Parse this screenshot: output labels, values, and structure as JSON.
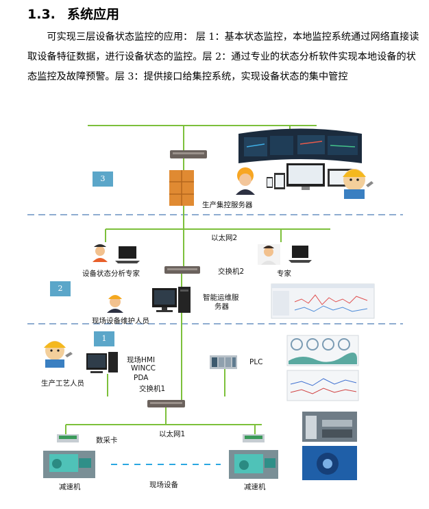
{
  "heading": {
    "number": "1.3.",
    "title": "系统应用"
  },
  "paragraph": "可实现三层设备状态监控的应用： 层 1：基本状态监控，本地监控系统通过网络直接读取设备特征数据，进行设备状态的监控。层 2：通过专业的状态分析软件实现本地设备的状态监控及故障预警。层 3：提供接口给集控系统，实现设备状态的集中管控",
  "diagram": {
    "layers": [
      "3",
      "2",
      "1"
    ],
    "labels": {
      "central_server": "生产集控服务器",
      "ethernet2": "以太网2",
      "analysis_expert": "设备状态分析专家",
      "switch2": "交换机2",
      "expert": "专家",
      "ops_server_line1": "智能运维服",
      "ops_server_line2": "务器",
      "maintenance_staff": "现场设备维护人员",
      "hmi_line1": "现场HMI",
      "hmi_line2": "WINCC",
      "hmi_line3": "PDA",
      "switch1": "交换机1",
      "plc": "PLC",
      "process_staff": "生产工艺人员",
      "daq_card": "数采卡",
      "ethernet1": "以太网1",
      "reducer_left": "减速机",
      "field_equipment": "现场设备",
      "reducer_right": "减速机"
    },
    "colors": {
      "network_line": "#7cc03a",
      "divider": "#4a7ab5",
      "layer_box": "#5ba6c9",
      "dashed_link": "#2aa7e0"
    }
  }
}
